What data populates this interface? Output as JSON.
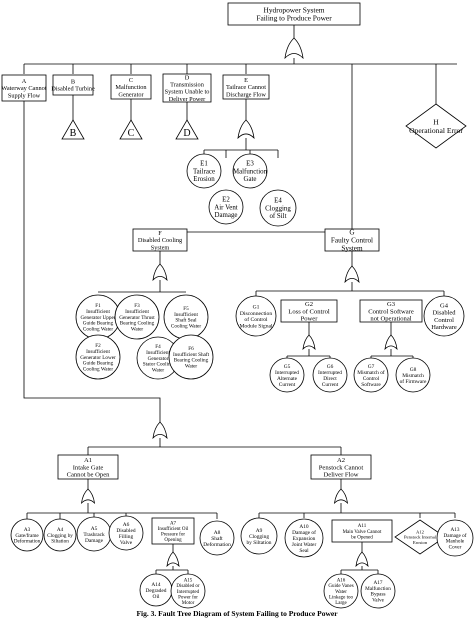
{
  "top": [
    "Hydropower System",
    "Failing to Produce Power"
  ],
  "nodes": {
    "A": [
      "A",
      "Waterway Cannot",
      "Supply Flow"
    ],
    "B": [
      "B",
      "Disabled Turbine"
    ],
    "C": [
      "C",
      "Malfunction",
      "Generator"
    ],
    "D": [
      "D",
      "Transmission",
      "System Unable to",
      "Deliver Power"
    ],
    "E": [
      "E",
      "Tailrace Cannot",
      "Discharge Flow"
    ],
    "H": [
      "H",
      "Operational Error"
    ],
    "E1": [
      "E1",
      "Tailrace",
      "Erosion"
    ],
    "E2": [
      "E2",
      "Air Vent",
      "Damage"
    ],
    "E3": [
      "E3",
      "Malfunction",
      "Gate"
    ],
    "E4": [
      "E4",
      "Clogging",
      "of Silt"
    ],
    "F": [
      "F",
      "Disabled Cooling",
      "System"
    ],
    "G": [
      "G",
      "Faulty Control",
      "System"
    ],
    "F1": [
      "F1",
      "Insufficient",
      "Generator Upper",
      "Guide Bearing",
      "Cooling Water"
    ],
    "F2": [
      "F2",
      "Insufficient",
      "Generator Lower",
      "Guide Bearing",
      "Cooling Water"
    ],
    "F3": [
      "F3",
      "Insufficient",
      "Generator Thrust",
      "Bearing Cooling",
      "Water"
    ],
    "F4": [
      "F4",
      "Insufficient",
      "Generator",
      "Stator Cooling",
      "Water"
    ],
    "F5": [
      "F5",
      "Insufficient",
      "Shaft Seal",
      "Cooling Water"
    ],
    "F6": [
      "F6",
      "Insufficient Shaft",
      "Bearing Cooling",
      "Water"
    ],
    "G1": [
      "G1",
      "Disconnection",
      "of Control",
      "Module Signal"
    ],
    "G2": [
      "G2",
      "Loss of Control",
      "Power"
    ],
    "G3": [
      "G3",
      "Control Software",
      "not Operational"
    ],
    "G4": [
      "G4",
      "Disabled",
      "Control",
      "Hardware"
    ],
    "G5": [
      "G5",
      "Interrupted",
      "Alternate",
      "Current"
    ],
    "G6": [
      "G6",
      "Interrupted",
      "Direct",
      "Current"
    ],
    "G7": [
      "G7",
      "Mismatch of",
      "Control",
      "Software"
    ],
    "G8": [
      "G8",
      "Mismatch",
      "of Firmware"
    ],
    "A1": [
      "A1",
      "Intake Gate",
      "Cannot be Open"
    ],
    "A2": [
      "A2",
      "Penstock Cannot",
      "Deliver Flow"
    ],
    "A3": [
      "A3",
      "Gate/frame",
      "Deformation"
    ],
    "A4": [
      "A4",
      "Clogging by",
      "Siltation"
    ],
    "A5": [
      "A5",
      "Trashrack",
      "Damage"
    ],
    "A6": [
      "A6",
      "Disabled",
      "Filling",
      "Valve"
    ],
    "A7": [
      "A7",
      "Insufficient Oil",
      "Pressure for",
      "Opening"
    ],
    "A8": [
      "A8",
      "Shaft",
      "Deformation"
    ],
    "A9": [
      "A9",
      "Clogging",
      "by Siltation"
    ],
    "A10": [
      "A10",
      "Damage of",
      "Expansion",
      "Joint Water",
      "Seal"
    ],
    "A11": [
      "A11",
      "Main Valve Cannot",
      "be Opened"
    ],
    "A12": [
      "A12",
      "Penstock Internal",
      "Erosion"
    ],
    "A13": [
      "A13",
      "Damage of",
      "Manhole",
      "Cover"
    ],
    "A14": [
      "A14",
      "Degraded",
      "Oil"
    ],
    "A15": [
      "A15",
      "Disabled or",
      "Interrupted",
      "Power for",
      "Motor"
    ],
    "A16": [
      "A16",
      "Guide Vanes",
      "Water",
      "Linkage too",
      "Large"
    ],
    "A17": [
      "A17",
      "Malfunction",
      "Bypass",
      "Valve"
    ]
  },
  "transfers": [
    "B",
    "C",
    "D"
  ],
  "caption": "Fig. 3.  Fault Tree Diagram of System Failing to Produce Power"
}
